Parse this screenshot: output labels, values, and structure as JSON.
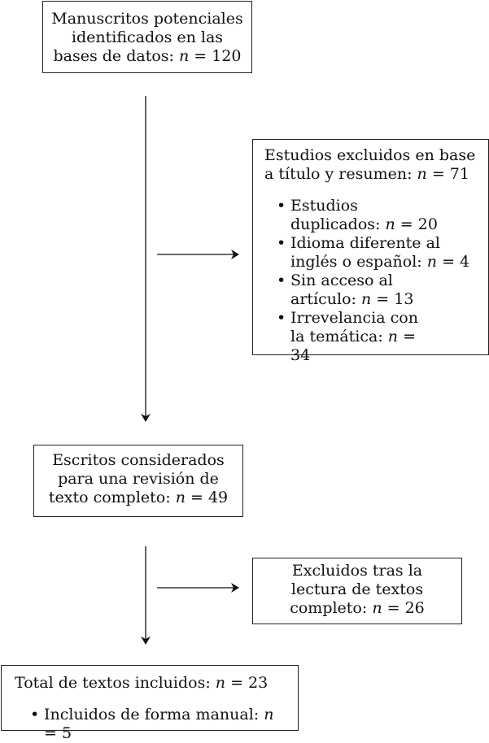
{
  "box1": {
    "text": "Manuscritos potenciales identificados en las bases de datos:",
    "n_label": "n",
    "n_value": "= 120"
  },
  "box2": {
    "title": "Estudios excluidos en base a título y resumen:",
    "n_label": "n",
    "n_value": "= 71",
    "items": [
      {
        "text": "Estudios duplicados:",
        "n_label": "n",
        "n_value": "= 20"
      },
      {
        "text": "Idioma diferente al inglés o español:",
        "n_label": "n",
        "n_value": "= 4"
      },
      {
        "text": "Sin acceso al artículo:",
        "n_label": "n",
        "n_value": "= 13"
      },
      {
        "text": "Irrevelancia con la temática:",
        "n_label": "n",
        "n_value": "= 34"
      }
    ]
  },
  "box3": {
    "text": "Escritos considerados para una revisión de texto completo:",
    "n_label": "n",
    "n_value": "= 49"
  },
  "box4": {
    "text": "Excluidos tras la lectura de textos completo:",
    "n_label": "n",
    "n_value": "= 26"
  },
  "box5": {
    "title": "Total de textos incluidos:",
    "n_label": "n",
    "n_value": "= 23",
    "items": [
      {
        "text": "Incluidos de forma manual:",
        "n_label": "n",
        "n_value": "= 5"
      }
    ]
  },
  "bullet": "•"
}
